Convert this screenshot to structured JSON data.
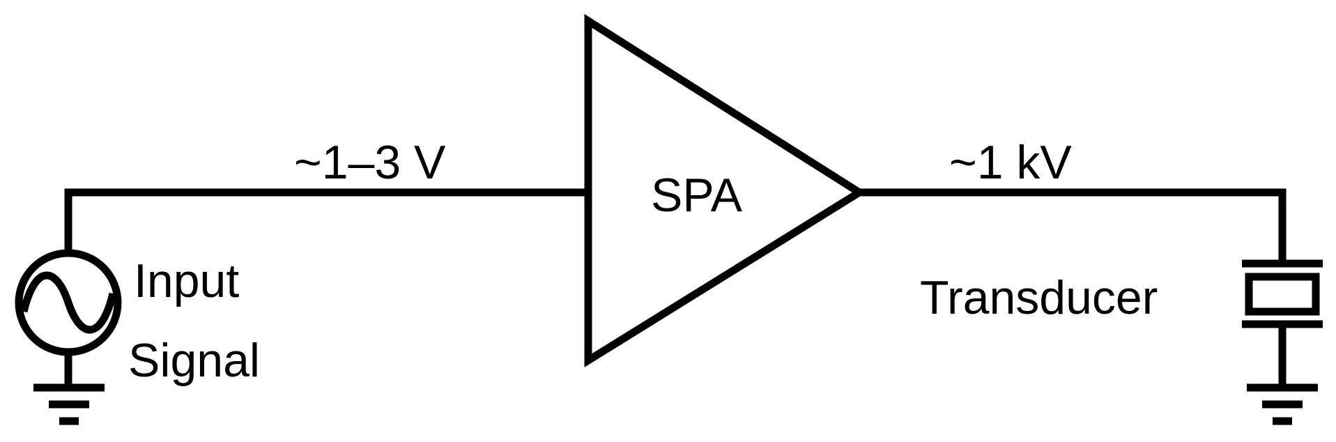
{
  "diagram": {
    "input_voltage_label": "~1–3 V",
    "amplifier_label": "SPA",
    "output_voltage_label": "~1 kV",
    "source_label_line1": "Input",
    "source_label_line2": "Signal",
    "load_label": "Transducer"
  },
  "icons": {
    "source": "ac-voltage-source-icon",
    "amplifier": "amplifier-triangle-icon",
    "load": "piezo-transducer-icon",
    "ground": "ground-icon"
  },
  "colors": {
    "line": "#000000",
    "background": "#ffffff"
  }
}
